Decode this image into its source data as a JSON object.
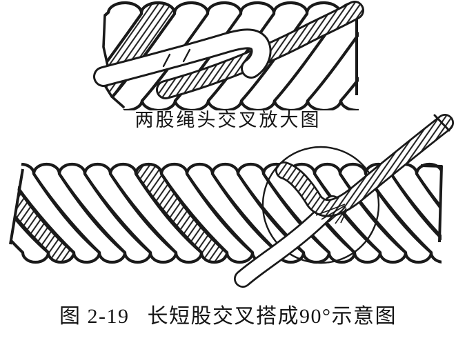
{
  "figure": {
    "top_caption": "两股绳头交叉放大图",
    "bottom_figure_number": "图 2-19",
    "bottom_title": "长短股交叉搭成90°示意图",
    "ink_color": "#1a1a1a",
    "background_color": "#ffffff",
    "illustrations": {
      "top": "enlarged-view-of-two-strand-ends-crossing",
      "bottom": "rope-with-long-short-strand-crossing-at-90-degrees-in-magnifier-circle"
    }
  }
}
